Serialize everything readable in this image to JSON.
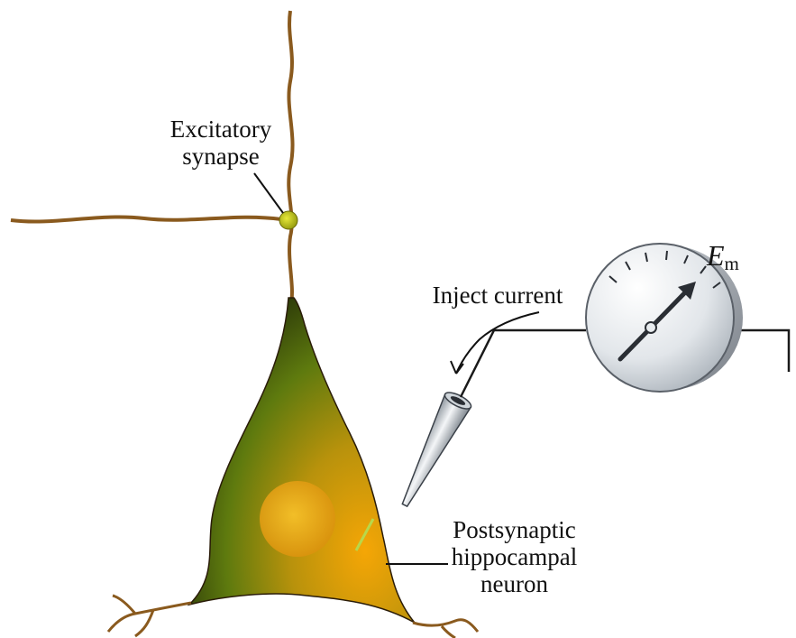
{
  "labels": {
    "synapse_line1": "Excitatory",
    "synapse_line2": "synapse",
    "inject": "Inject current",
    "neuron_line1": "Postsynaptic",
    "neuron_line2": "hippocampal",
    "neuron_line3": "neuron",
    "em_symbol": "E",
    "em_subscript": "m"
  },
  "colors": {
    "axon": "#8a5a1e",
    "synapse": "#c8c81a",
    "soma_dark": "#1e2808",
    "soma_mid": "#6e8a10",
    "soma_light": "#f0a008",
    "nucleus": "#f0b418",
    "meter_face": "#e4e8ec",
    "wire": "#1a1a1a"
  },
  "icons": [
    "electrode-icon",
    "voltmeter-icon",
    "needle-icon"
  ]
}
